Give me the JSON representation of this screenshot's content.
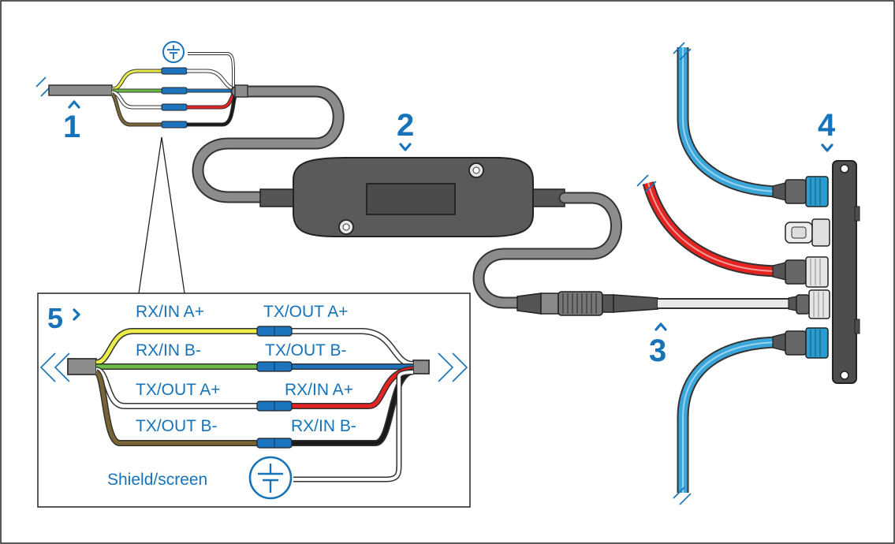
{
  "callouts": {
    "c1": "1",
    "c2": "2",
    "c3": "3",
    "c4": "4",
    "c5": "5"
  },
  "wire_labels": {
    "rx_a_plus": "RX/IN A+",
    "tx_a_plus": "TX/OUT A+",
    "rx_b_minus": "RX/IN B-",
    "tx_b_minus": "TX/OUT B-",
    "tx_a_plus_2": "TX/OUT A+",
    "rx_a_plus_2": "RX/IN A+",
    "tx_b_minus_2": "TX/OUT B-",
    "rx_b_minus_2": "RX/IN B-",
    "shield": "Shield/screen"
  },
  "colors": {
    "accent_blue": "#1673b9",
    "cable_grey": "#8c8c8c",
    "wire_yellow": "#ecec4a",
    "wire_green": "#6cbd45",
    "wire_blue": "#1d74be",
    "wire_red": "#e52421",
    "wire_black": "#1a1a1a",
    "wire_brown": "#7a6434",
    "backbone_blue": "#3aa6d9",
    "connector_blue": "#2b9ccf"
  },
  "icons": {
    "ground": "ground-symbol-icon",
    "chevron": "chevron-icon",
    "break": "cable-break-icon"
  }
}
